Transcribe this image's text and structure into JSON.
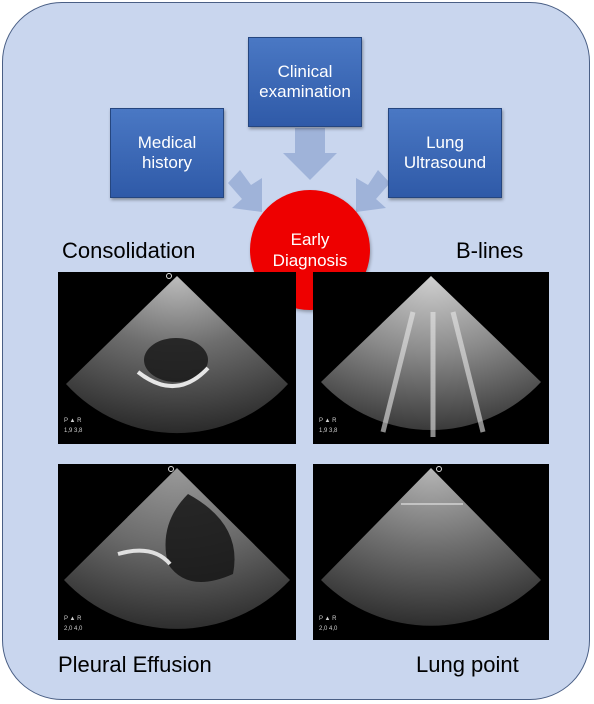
{
  "inputs": {
    "clinical_examination": "Clinical\nexamination",
    "medical_history": "Medical\nhistory",
    "lung_ultrasound": "Lung\nUltrasound"
  },
  "center": "Early\nDiagnosis",
  "images": {
    "consolidation": {
      "label": "Consolidation",
      "probe_marker": "P\nR\n1,9 3,8"
    },
    "b_lines": {
      "label": "B-lines",
      "probe_marker": "P\nR\n1,9 3,8"
    },
    "pleural_effusion": {
      "label": "Pleural Effusion",
      "probe_marker": "P\nR\n2,0 4,0"
    },
    "lung_point": {
      "label": "Lung point",
      "probe_marker": "P\nR\n2,0 4,0"
    }
  },
  "colors": {
    "panel": "#c9d6ee",
    "box": "#3a68b8",
    "center": "#ee0000",
    "arrow": "#9fb3d9"
  }
}
